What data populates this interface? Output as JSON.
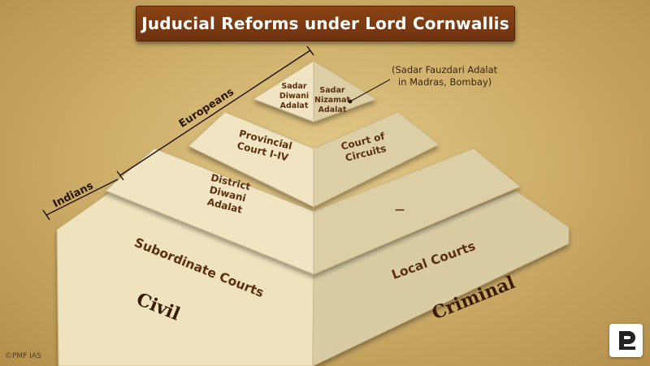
{
  "title": "Juducial Reforms under Lord Cornwallis",
  "tiers": {
    "top": {
      "left": [
        "Sadar",
        "Diwani",
        "Adalat"
      ],
      "right": [
        "Sadar",
        "Nizamat",
        "Adalat"
      ]
    },
    "second": {
      "left": [
        "Provincial",
        "Court I-IV"
      ],
      "right": [
        "Court of",
        "Circuits"
      ]
    },
    "third": {
      "left": [
        "District",
        "Diwani",
        "Adalat"
      ],
      "right": "—"
    },
    "base": {
      "left": "Subordinate Courts",
      "right": "Local Courts"
    }
  },
  "note": [
    "(Sadar Fauzdari Adalat",
    "in Madras, Bombay)"
  ],
  "side_labels": {
    "europeans": "Europeans",
    "indians": "Indians"
  },
  "bottom_labels": {
    "civil": "Civil",
    "criminal": "Criminal"
  },
  "copyright": "©PMF IAS",
  "colors": {
    "face_left": "#f0e4c2",
    "face_right": "#dccfa6",
    "edge_shadow": "#b9a676",
    "banner": "#7a3a12",
    "text": "#5a3010"
  }
}
